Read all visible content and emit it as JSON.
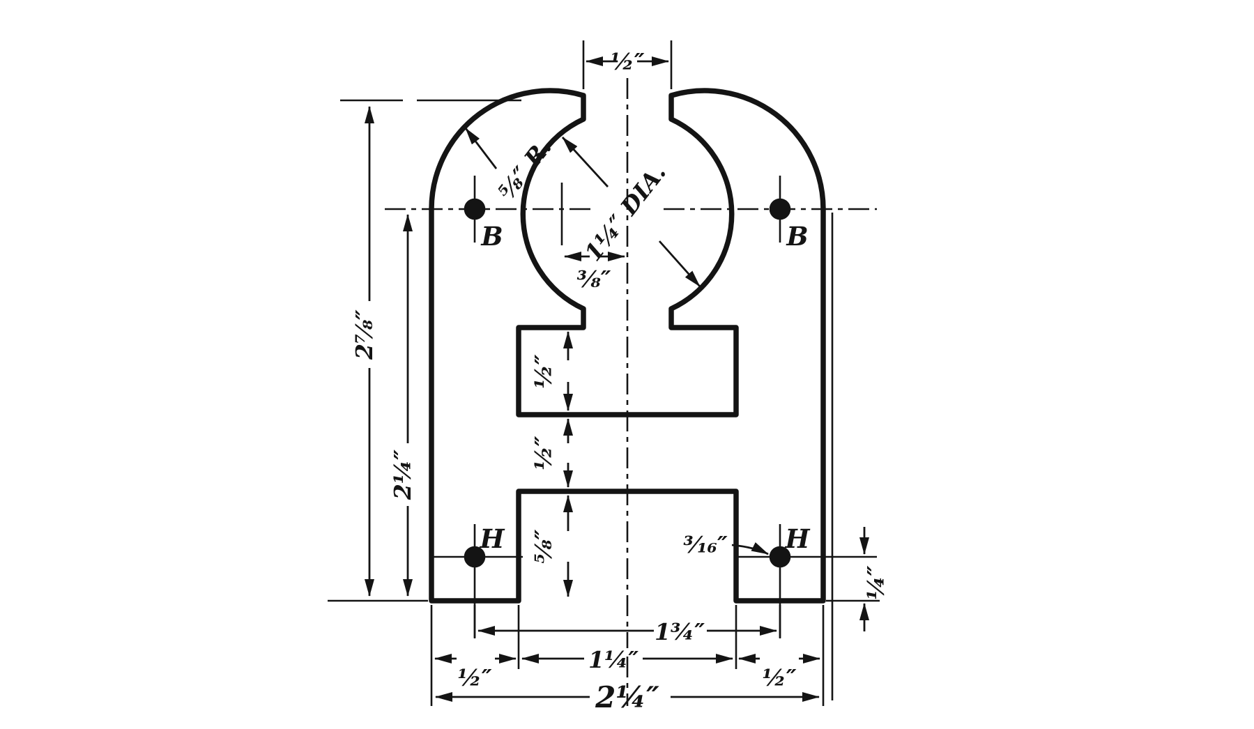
{
  "meta": {
    "background": "#ffffff",
    "ink": "#141414",
    "drawing_type": "engineering dimension drawing"
  },
  "dimensions": {
    "slot_width": "½″",
    "outer_radius": "⅝″ R.",
    "bore_diameter": "1¼″ DIA.",
    "center_offset": "⅜″",
    "overall_height": "2⅞″",
    "base_height": "2¼″",
    "window_height": "½″",
    "web_gap": "½″",
    "notch_depth": "⅝″",
    "hole_spacing": "1¾″",
    "foot_width_left": "½″",
    "notch_width": "1¼″",
    "foot_width_right": "½″",
    "overall_width": "2¼″",
    "hole_h_diameter": "³⁄₁₆″",
    "hole_height": "¼″"
  },
  "hole_labels": {
    "bearing_left": "B",
    "bearing_right": "B",
    "holddown_left": "H",
    "holddown_right": "H"
  }
}
